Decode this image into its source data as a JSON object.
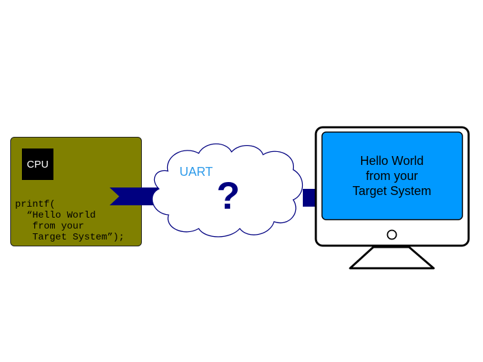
{
  "cpu": {
    "chip_label": "CPU",
    "code_lines": [
      "printf(",
      "  “Hello World",
      "   from your",
      "   Target System”);"
    ]
  },
  "channel": {
    "label": "UART",
    "unknown_symbol": "?"
  },
  "monitor": {
    "lines": [
      "Hello World",
      "from your",
      "Target System"
    ]
  },
  "colors": {
    "board": "#808000",
    "arrow": "#000080",
    "screen": "#0099ff",
    "uart_text": "#2f9bea"
  }
}
